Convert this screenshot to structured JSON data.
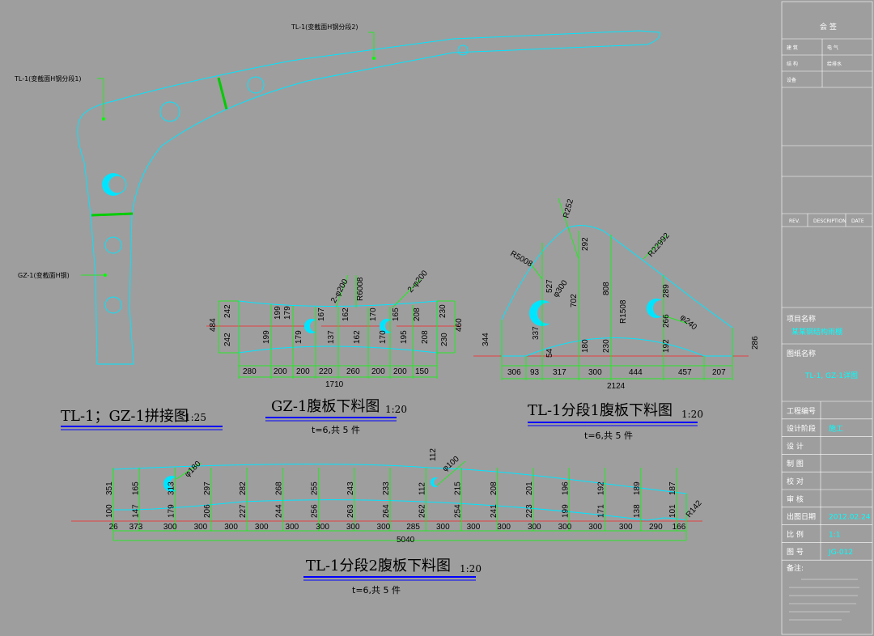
{
  "labels": {
    "tl1_seg2": "TL-1(变截面H钢分段2)",
    "tl1_seg1": "TL-1(变截面H钢分段1)",
    "gz1": "GZ-1(变截面H钢)"
  },
  "titles": {
    "splice": {
      "main": "TL-1；GZ-1拼接图",
      "scale": "1:25"
    },
    "gz1": {
      "main": "GZ-1腹板下料图",
      "scale": "1:20",
      "note": "t=6,共 5 件"
    },
    "tl1_1": {
      "main": "TL-1分段1腹板下料图",
      "scale": "1:20",
      "note": "t=6,共 5 件"
    },
    "tl1_2": {
      "main": "TL-1分段2腹板下料图",
      "scale": "1:20",
      "note": "t=6,共 5 件"
    }
  },
  "gz1_plate": {
    "bottom_dims": [
      "280",
      "200",
      "200",
      "220",
      "260",
      "200",
      "200",
      "150"
    ],
    "total": "1710",
    "heights_top": [
      "242",
      "199",
      "179",
      "167",
      "162",
      "170",
      "165",
      "208",
      "230"
    ],
    "heights_bottom": [
      "242",
      "199",
      "179",
      "137",
      "162",
      "170",
      "195",
      "208",
      "230"
    ],
    "left_total": "484",
    "right_total": "460",
    "left_half_bottom": "242",
    "hole_label_1": "2-φ200",
    "hole_label_2": "2-φ200",
    "top_label": "R6008"
  },
  "tl1_seg1_plate": {
    "bottom_dims": [
      "306",
      "93",
      "317",
      "300",
      "444",
      "457",
      "207"
    ],
    "total": "2124",
    "verticals": [
      "344",
      "337",
      "527",
      "54",
      "702",
      "180",
      "292",
      "808",
      "230",
      "R1508",
      "192",
      "266",
      "289",
      "286"
    ],
    "labels": [
      "R5008",
      "R252",
      "R22992",
      "φ300",
      "φ240"
    ]
  },
  "tl1_seg2_plate": {
    "bottom_dims": [
      "26",
      "373",
      "300",
      "300",
      "300",
      "300",
      "300",
      "300",
      "300",
      "300",
      "285",
      "300",
      "300",
      "300",
      "300",
      "300",
      "300",
      "300",
      "290",
      "166"
    ],
    "total": "5040",
    "upper": [
      "351",
      "165",
      "313",
      "297",
      "282",
      "268",
      "255",
      "243",
      "233",
      "112",
      "215",
      "208",
      "201",
      "196",
      "192",
      "189",
      "187"
    ],
    "lower": [
      "100",
      "147",
      "179",
      "206",
      "227",
      "244",
      "256",
      "263",
      "264",
      "262",
      "254",
      "241",
      "223",
      "199",
      "171",
      "138",
      "101"
    ],
    "labels": [
      "φ180",
      "φ100",
      "R142",
      "112"
    ]
  },
  "title_block": {
    "header": "会 签",
    "rows": [
      {
        "k": "建 筑",
        "v": "电 气"
      },
      {
        "k": "结 构",
        "v": "给排水"
      },
      {
        "k": "设备",
        "v": ""
      }
    ],
    "rev_cols": [
      "REV.",
      "DESCRIPTION",
      "DATE"
    ],
    "project_label": "项目名称",
    "project_value": "某某钢结构雨棚",
    "drawing_label": "图纸名称",
    "drawing_value": "TL-1, GZ-1详图",
    "fields": [
      {
        "k": "工程编号",
        "v": ""
      },
      {
        "k": "设计阶段",
        "v": "施工"
      },
      {
        "k": "设 计",
        "v": ""
      },
      {
        "k": "制 图",
        "v": ""
      },
      {
        "k": "校 对",
        "v": ""
      },
      {
        "k": "审 核",
        "v": ""
      },
      {
        "k": "出图日期",
        "v": "2012.02.24"
      },
      {
        "k": "比 例",
        "v": "1:1"
      },
      {
        "k": "图 号",
        "v": "JG-012"
      }
    ],
    "notes_label": "备注:"
  }
}
